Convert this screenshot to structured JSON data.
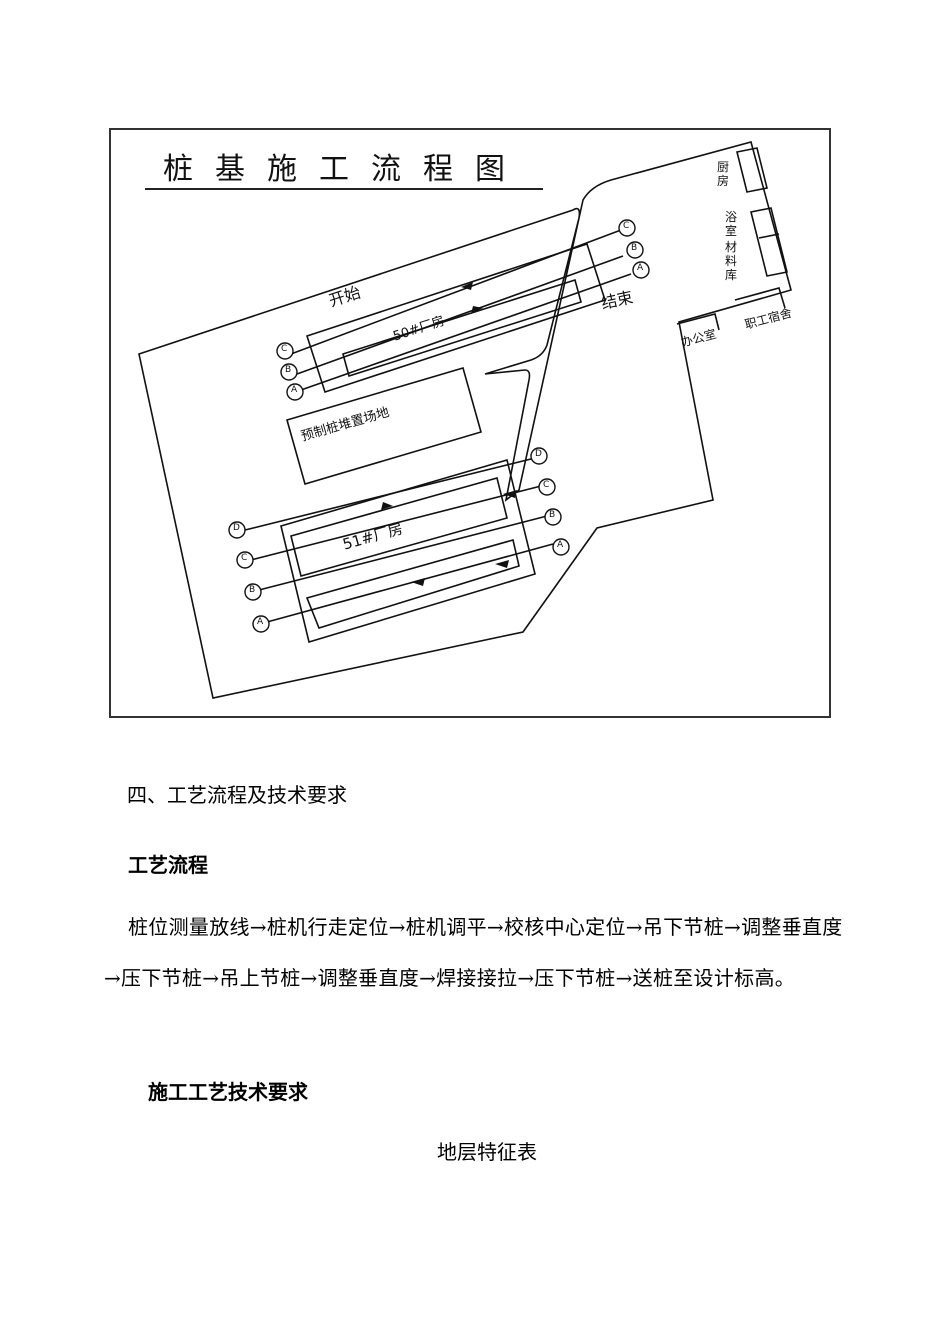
{
  "figure": {
    "title": "桩基施工流程图",
    "labels": {
      "start": "开始",
      "end": "结束",
      "building_50": "50#厂房",
      "building_51": "51#厂房",
      "precast_yard": "预制桩堆置场地",
      "kitchen": "厨房",
      "bathroom": "浴室",
      "warehouse": "材料库",
      "office": "办公室",
      "staff_dorm": "职工宿舍"
    },
    "axes_50": [
      "C",
      "B",
      "A"
    ],
    "axes_51": [
      "D",
      "C",
      "B",
      "A"
    ],
    "line_color": "#111111"
  },
  "document": {
    "section_heading": "四、工艺流程及技术要求",
    "subheading_process": "工艺流程",
    "process_text": "桩位测量放线→桩机行走定位→桩机调平→校核中心定位→吊下节桩→调整垂直度→压下节桩→吊上节桩→调整垂直度→焊接接拉→压下节桩→送桩至设计标高。",
    "subheading_requirements": "施工工艺技术要求",
    "table_title": "地层特征表"
  }
}
